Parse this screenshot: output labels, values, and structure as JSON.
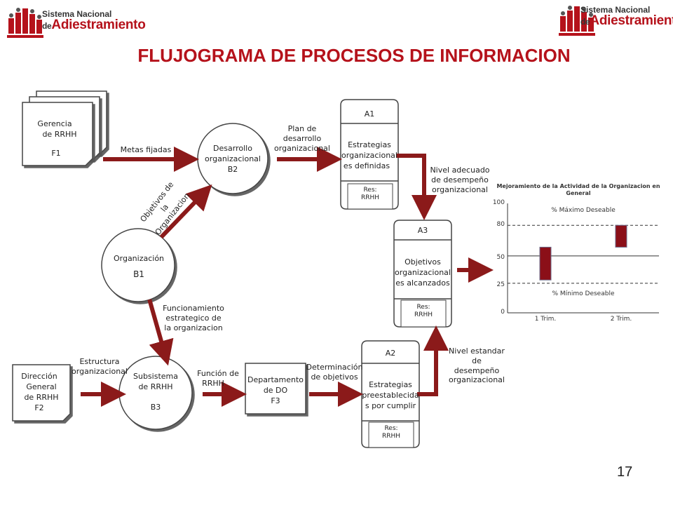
{
  "header": {
    "logo_line1": "Sistema Nacional",
    "logo_de": "de",
    "logo_line2": "Adiestramiento"
  },
  "title": "FLUJOGRAMA DE PROCESOS DE INFORMACION",
  "page_number": "17",
  "nodes": {
    "gerencia": {
      "line1": "Gerencia",
      "line2": "de RRHH",
      "code": "F1"
    },
    "desarrollo": {
      "line1": "Desarrollo",
      "line2": "organizacional",
      "code": "B2"
    },
    "organizacion": {
      "line1": "Organización",
      "code": "B1"
    },
    "direccion": {
      "line1": "Dirección",
      "line2": "General",
      "line3": "de RRHH",
      "code": "F2"
    },
    "subsistema": {
      "line1": "Subsistema",
      "line2": "de RRHH",
      "code": "B3"
    },
    "departamento": {
      "line1": "Departamento",
      "line2": "de DO",
      "code": "F3"
    },
    "a1": {
      "tag": "A1",
      "line1": "Estrategias",
      "line2": "organizacional",
      "line3": "es definidas",
      "res1": "Res:",
      "res2": "RRHH"
    },
    "a2": {
      "tag": "A2",
      "line1": "Estrategias",
      "line2": "preestablecida",
      "line3": "s por cumplir",
      "res1": "Res:",
      "res2": "RRHH"
    },
    "a3": {
      "tag": "A3",
      "line1": "Objetivos",
      "line2": "organizacional",
      "line3": "es alcanzados",
      "res1": "Res:",
      "res2": "RRHH"
    }
  },
  "edges": {
    "metas": "Metas fijadas",
    "plan": {
      "l1": "Plan de",
      "l2": "desarrollo",
      "l3": "organizacional"
    },
    "objetivos": {
      "l1": "Objetivos de",
      "l2": "la",
      "l3": "Organizacion"
    },
    "nivel_adecuado": {
      "l1": "Nivel adecuado",
      "l2": "de desempeño",
      "l3": "organizacional"
    },
    "funcionamiento": {
      "l1": "Funcionamiento",
      "l2": "estrategico de",
      "l3": "la organizacion"
    },
    "estructura": {
      "l1": "Estructura",
      "l2": "organizacional"
    },
    "funcion": {
      "l1": "Función de",
      "l2": "RRHH"
    },
    "determinacion": {
      "l1": "Determinación",
      "l2": "de objetivos"
    },
    "nivel_estandar": {
      "l1": "Nivel estandar",
      "l2": "de",
      "l3": "desempeño",
      "l4": "organizacional"
    }
  },
  "chart_data": {
    "type": "bar",
    "title": "Mejoramiento de  la Actividad de la Organizacion en General",
    "categories": [
      "1 Trim.",
      "2 Trim."
    ],
    "series": [
      {
        "ranges": [
          [
            30,
            60
          ],
          [
            60,
            80
          ]
        ]
      }
    ],
    "y_ticks": [
      "0",
      "25",
      "50",
      "80",
      "100"
    ],
    "ylim": [
      0,
      100
    ],
    "reference_lines": [
      {
        "label": "% Máximo Deseable",
        "value": 80,
        "style": "dashed"
      },
      {
        "label": "% Mínimo Deseable",
        "value": 27,
        "style": "dashed"
      },
      {
        "value": 52,
        "style": "solid"
      }
    ],
    "bar_color": "#8b0f18",
    "grid": false
  },
  "colors": {
    "accent": "#b5121b",
    "arrow": "#8b1a1a"
  }
}
